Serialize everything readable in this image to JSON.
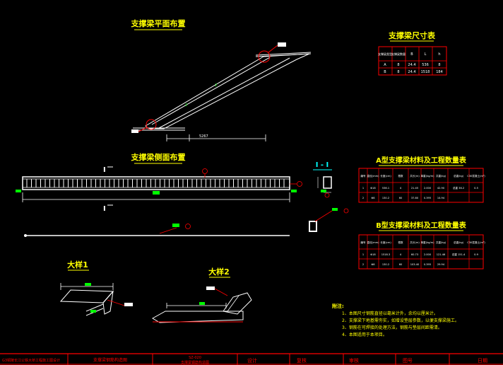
{
  "titles": {
    "plan": "支撑梁平面布置",
    "elevation": "支撑梁侧面布置",
    "section": "I - I",
    "dims_table": "支撑梁尺寸表",
    "table_a": "A型支撑梁材料及工程数量表",
    "table_b": "B型支撑梁材料及工程数量表",
    "detail1": "大样1",
    "detail2": "大样2"
  },
  "labels": {
    "section_mark": "I",
    "callout_1": "大样1",
    "callout_2": "大样2",
    "plan_dim": "5267"
  },
  "dims_table": {
    "headers": [
      "支撑梁类型",
      "支撑梁数量",
      "B",
      "L",
      "h"
    ],
    "rows": [
      [
        "A",
        "8",
        "24.4",
        "536",
        "8"
      ],
      [
        "B",
        "8",
        "24.4",
        "1518",
        "184"
      ]
    ]
  },
  "table_a": {
    "headers": [
      "编号",
      "直径(mm)",
      "长度(cm)",
      "根数",
      "共长(m)",
      "单重(kg/m)",
      "共重(kg)",
      "总重(kg)",
      "C30混凝土(m³)"
    ],
    "rows": [
      [
        "1",
        "Φ18",
        "536.1",
        "4",
        "21.45",
        "2.000",
        "42.90",
        "总重 36.2",
        "0.5"
      ],
      [
        "2",
        "Φ8",
        "130.2",
        "60",
        "37.80",
        "0.395",
        "14.94",
        "",
        ""
      ]
    ]
  },
  "table_b": {
    "headers": [
      "编号",
      "直径(mm)",
      "长度(cm)",
      "根数",
      "共长(m)",
      "单重(kg/m)",
      "共重(kg)",
      "总重(kg)",
      "C30混凝土(m³)"
    ],
    "rows": [
      [
        "1",
        "Φ18",
        "1518.3",
        "4",
        "60.73",
        "2.000",
        "121.46",
        "总重 151.4",
        "0.9"
      ],
      [
        "2",
        "Φ8",
        "130.2",
        "60",
        "103.40",
        "0.395",
        "29.94",
        "",
        ""
      ]
    ]
  },
  "notes": {
    "title": "附注:",
    "items": [
      "1、本图尺寸钢筋直径以毫米计外，余均以厘米计。",
      "2、支撑梁下地基需夯实，如增设垫层参数，以便支撑梁施工。",
      "3、钢筋在可焊接的处理方法，钢筋与垫层间距需清。",
      "4、本图适用于本项目。"
    ]
  },
  "title_block": {
    "project": "G3铜陵长江公铁大桥工程施工图设计",
    "drawing": "支撑梁钢筋构造图",
    "code": "SZ-020",
    "sub": "支撑梁钢筋构造图",
    "design": "设计",
    "check": "复核",
    "review": "审核",
    "drawing_no": "图号",
    "date": "日期"
  },
  "colors": {
    "background": "#000000",
    "line": "#ffffff",
    "title": "#ffff00",
    "dimension": "#00ff00",
    "callout": "#ff0000",
    "frame": "#ff0000",
    "section": "#00ffff"
  }
}
